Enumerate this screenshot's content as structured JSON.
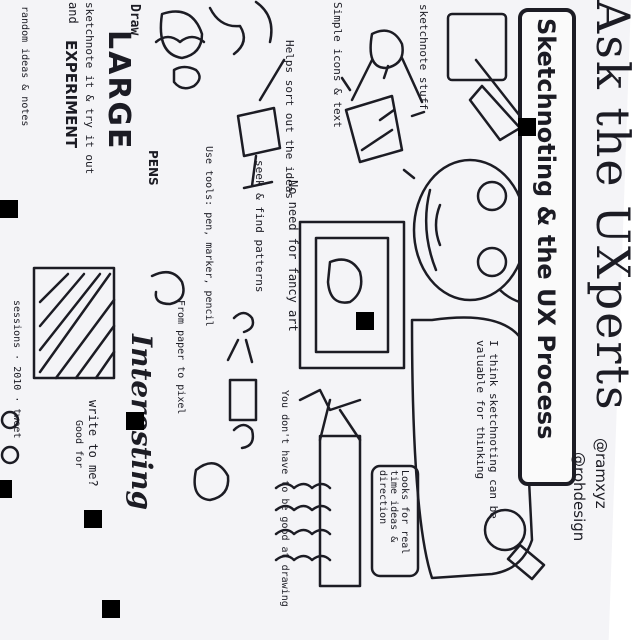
{
  "title": "Ask the UXperts",
  "subtitle": "Sketchnoting & the UX Process",
  "handles": [
    "@ramxyz",
    "@rohdesign"
  ],
  "notes": {
    "bubble_main": "I think sketchnoting can be valuable for thinking",
    "bubble_small": "Looks for real time ideas & direction",
    "no_need": "No need for fancy art",
    "figure_drawing": "You don't have to be good at drawing",
    "sketchnote_stuff": "sketchnote stuff",
    "simple_icons": "Simple icons & text",
    "helps_sort": "Helps sort out the ideas",
    "seek_patterns": "seek & find patterns",
    "draw_large": "Draw",
    "large": "LARGE",
    "sketchnote_it": "sketchnote it & try it out",
    "and": "and",
    "experiment": "EXPERIMENT",
    "interesting": "Interesting",
    "write_to_me": "write to me?",
    "good_for": "Good for",
    "use_tools": "Use tools: pen, marker, pencil",
    "from_paper": "From paper to pixel",
    "pens": "PENS",
    "left_edge": "random ideas & notes",
    "bottom_left": "sessions · 2010 · tweet"
  },
  "colors": {
    "ink": "#1c1c24",
    "paper": "#f4f4f7"
  }
}
